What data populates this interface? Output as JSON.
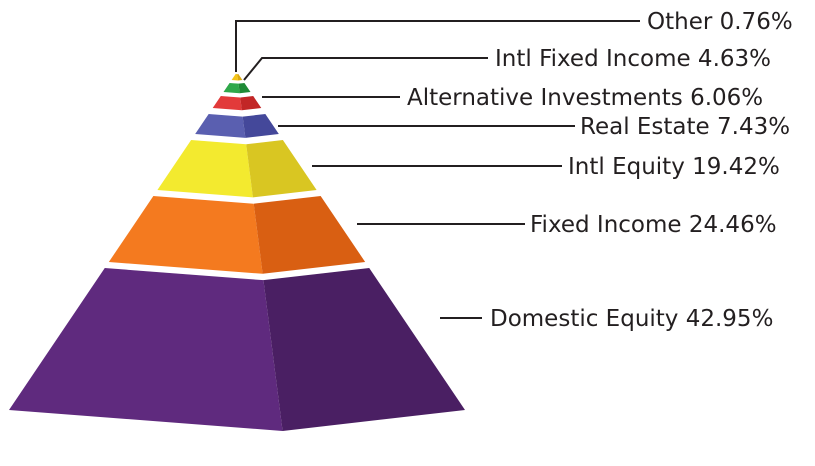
{
  "chart_data": {
    "type": "pyramid",
    "title": "",
    "unit": "%",
    "layers": [
      {
        "label": "Domestic Equity 42.95%",
        "name": "Domestic Equity",
        "value": 42.95,
        "color": "#5f2a7e",
        "side_color": "#4a1f63"
      },
      {
        "label": "Fixed Income 24.46%",
        "name": "Fixed Income",
        "value": 24.46,
        "color": "#f47a1f",
        "side_color": "#d95f12"
      },
      {
        "label": "Intl Equity 19.42%",
        "name": "Intl Equity",
        "value": 19.42,
        "color": "#f3ea2f",
        "side_color": "#d9c622"
      },
      {
        "label": "Real Estate 7.43%",
        "name": "Real Estate",
        "value": 7.43,
        "color": "#5a5fb0",
        "side_color": "#44489a"
      },
      {
        "label": "Alternative Investments 6.06%",
        "name": "Alternative Investments",
        "value": 6.06,
        "color": "#e23a3a",
        "side_color": "#c22626"
      },
      {
        "label": "Intl Fixed Income 4.63%",
        "name": "Intl Fixed Income",
        "value": 4.63,
        "color": "#2fa84a",
        "side_color": "#1f8a36"
      },
      {
        "label": "Other 0.76%",
        "name": "Other",
        "value": 0.76,
        "color": "#f5c518",
        "side_color": "#d9a810"
      }
    ]
  }
}
